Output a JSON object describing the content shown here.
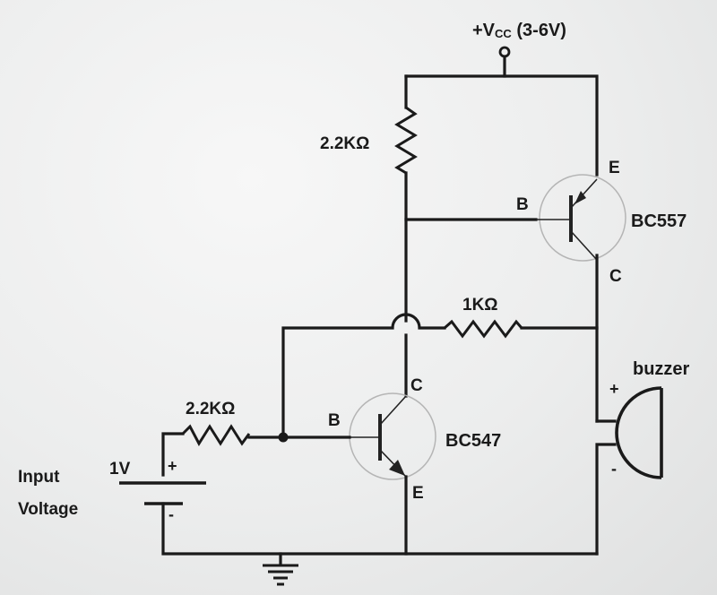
{
  "supply": {
    "label_prefix": "+V",
    "label_sub": "CC",
    "label_range": " (3-6V)"
  },
  "resistors": {
    "r_top": "2.2KΩ",
    "r_mid": "1KΩ",
    "r_base": "2.2KΩ"
  },
  "q1": {
    "part": "BC557",
    "emitter": "E",
    "base": "B",
    "collector": "C"
  },
  "q2": {
    "part": "BC547",
    "emitter": "E",
    "base": "B",
    "collector": "C"
  },
  "buzzer": {
    "label": "buzzer",
    "plus": "+",
    "minus": "-"
  },
  "input": {
    "line1": "Input",
    "line2": "Voltage",
    "value": "1V",
    "plus": "+",
    "minus": "-"
  }
}
